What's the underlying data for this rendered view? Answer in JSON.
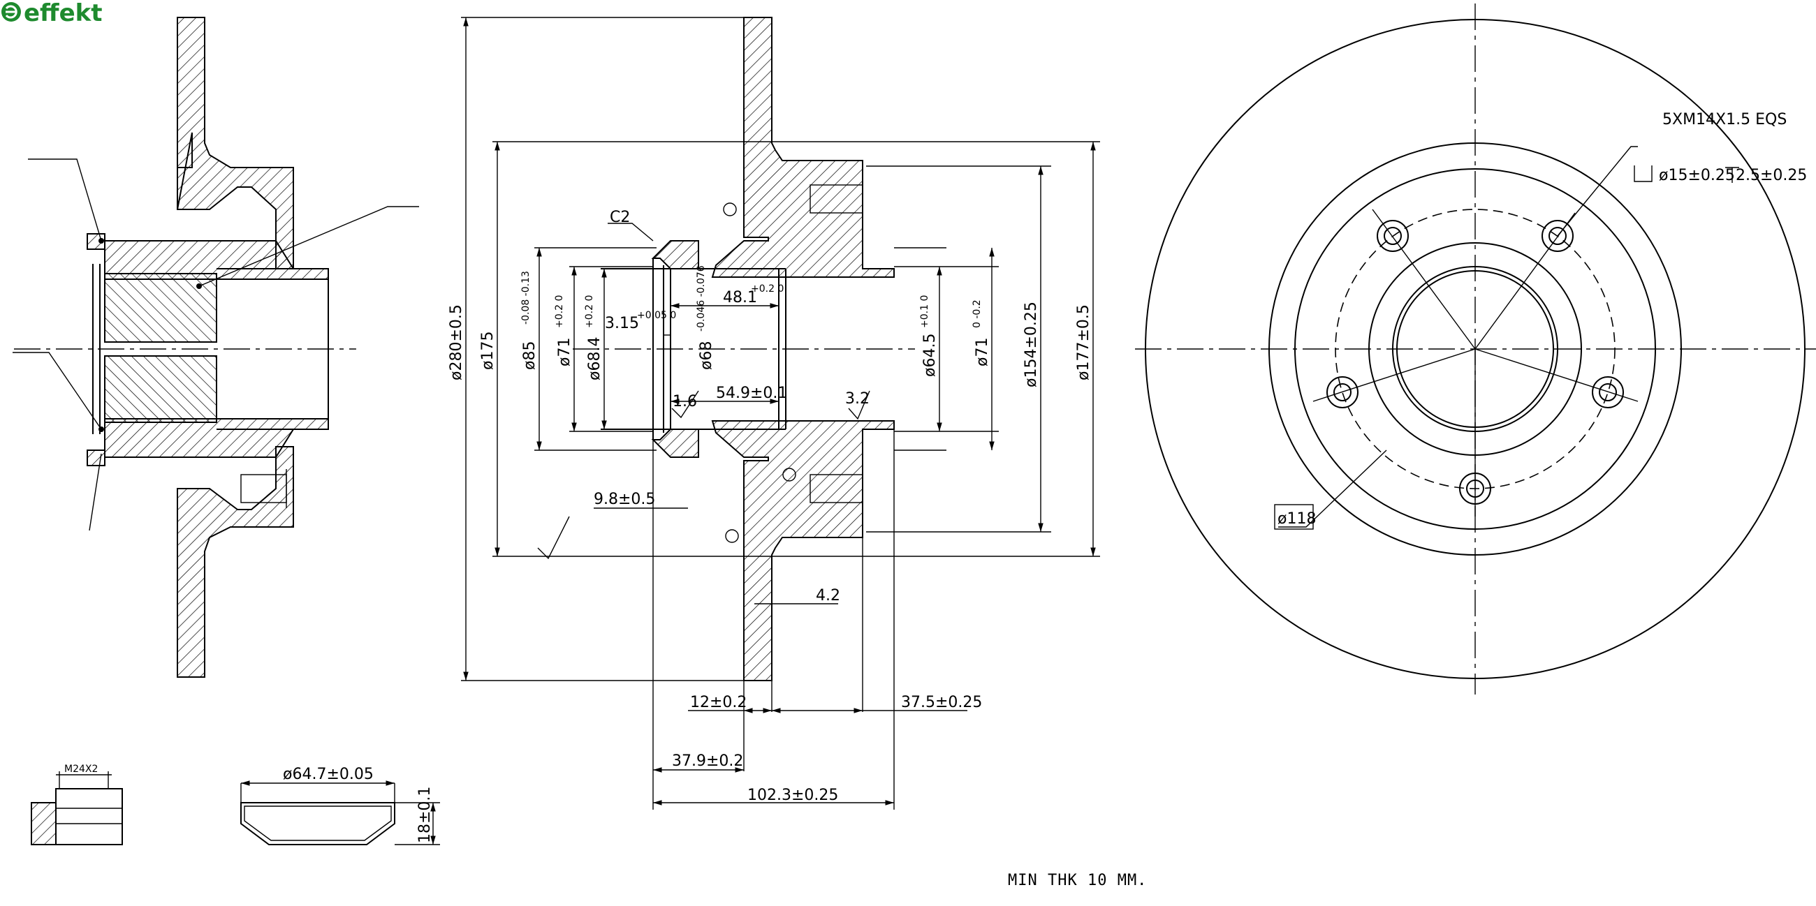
{
  "brand": {
    "name": "effekt",
    "color": "#1e8a2e"
  },
  "notes": {
    "min_thickness": "MIN THK 10 MM."
  },
  "section_view": {
    "chamfer": "C2",
    "diameters": {
      "d280": "ø280±0.5",
      "d175": "ø175",
      "d85": "ø85",
      "d85_tol": "-0.08 -0.13",
      "d71_left": "ø71",
      "d71_left_tol": "+0.2 0",
      "d68_4": "ø68.4",
      "d68_4_tol": "+0.2 0",
      "d68": "ø68",
      "d68_tol": "-0.046 -0.076",
      "d64_5": "ø64.5",
      "d64_5_tol": "+0.1 0",
      "d71_right": "ø71",
      "d71_right_tol": "0 -0.2",
      "d154": "ø154±0.25",
      "d177": "ø177±0.5"
    },
    "lengths": {
      "l3_15": "3.15",
      "l3_15_tol": "+0.05 0",
      "l48_1": "48.1",
      "l48_1_tol": "+0.2 0",
      "l54_9": "54.9±0.1",
      "l9_8": "9.8±0.5",
      "l4_2": "4.2",
      "l12": "12±0.2",
      "l37_5": "37.5±0.25",
      "l37_9": "37.9±0.2",
      "l102_3": "102.3±0.25"
    },
    "roughness": {
      "r1": "1.6",
      "r2": "3.2"
    }
  },
  "front_view": {
    "bolt_callout": "5XM14X1.5  EQS",
    "hole_callout": "ø15±0.25",
    "depth_callout": "2.5±0.25",
    "pcd": "ø118"
  },
  "nut_detail": {
    "thread": "M24X2"
  },
  "cap_detail": {
    "diameter": "ø64.7±0.05",
    "height": "18±0.1"
  }
}
